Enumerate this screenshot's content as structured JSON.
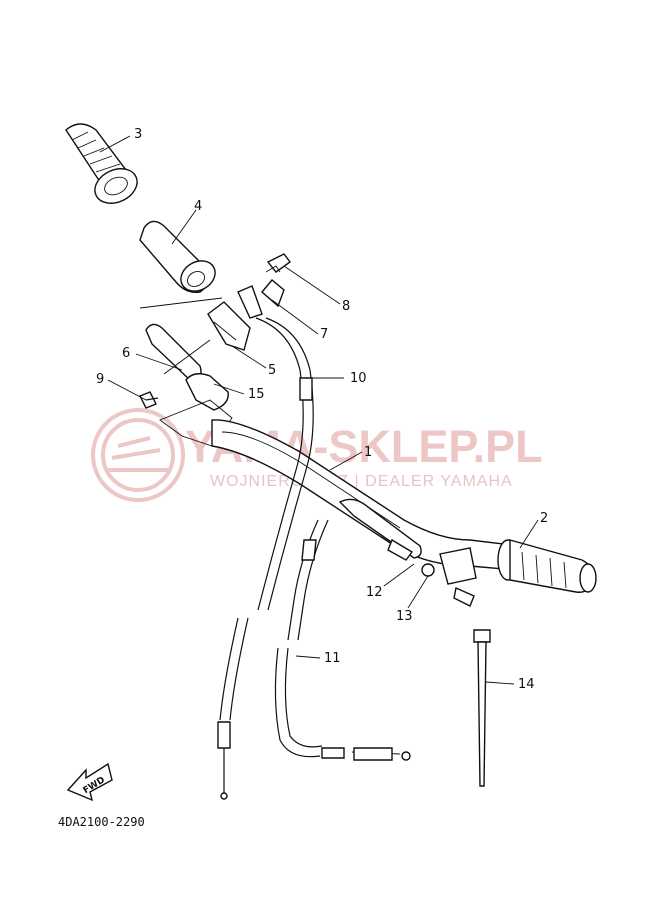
{
  "diagram_code": "4DA2100-2290",
  "fwd_label": "FWD",
  "watermark": {
    "title": "YAMA-SKLEP.PL",
    "subtitle": "WOJNIEROWICZ | DEALER YAMAHA",
    "color": "#e7b3b3"
  },
  "callouts": [
    "1",
    "2",
    "3",
    "4",
    "5",
    "6",
    "7",
    "8",
    "9",
    "10",
    "11",
    "12",
    "13",
    "14",
    "15"
  ]
}
